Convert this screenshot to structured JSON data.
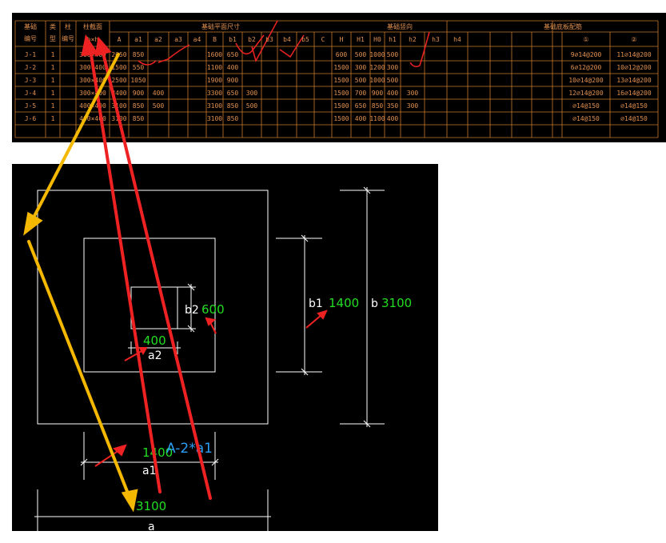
{
  "colors": {
    "table_line": "#c87a2a",
    "table_text": "#e09050",
    "cad_line": "#ffffff",
    "dim_value": "#22dd22",
    "formula": "#2a9df4",
    "annotation_red": "#ee2222",
    "annotation_yellow": "#f5b800"
  },
  "table": {
    "group_headers": {
      "foundation_no": "基础编号",
      "type": "类型",
      "column_no": "柱编号",
      "column_section": "柱截面",
      "plan_dims": "基础平面尺寸",
      "elevation": "基础竖向",
      "rebar": "基础底板配筋"
    },
    "column_section_sub": "b×h",
    "dim_cols": [
      "A",
      "a1",
      "a2",
      "a3",
      "a4",
      "B",
      "b1",
      "b2",
      "b3",
      "b4",
      "b5",
      "C",
      "H",
      "H1",
      "H0",
      "h1",
      "h2",
      "h3",
      "h4"
    ],
    "rebar_cols": [
      "①",
      "②"
    ],
    "rows": [
      [
        "J-1",
        "1",
        "",
        "300×400",
        "2650",
        "850",
        "",
        "",
        "",
        "1600",
        "650",
        "",
        "",
        "",
        "",
        "",
        "600",
        "500",
        "1000",
        "500",
        "",
        "",
        "",
        "9⌀14@200",
        "11⌀14@200"
      ],
      [
        "J-2",
        "1",
        "",
        "300×400",
        "1500",
        "550",
        "",
        "",
        "",
        "1100",
        "400",
        "",
        "",
        "",
        "",
        "",
        "1500",
        "300",
        "1200",
        "300",
        "",
        "",
        "",
        "6⌀12@200",
        "10⌀12@200"
      ],
      [
        "J-3",
        "1",
        "",
        "300×400",
        "2500",
        "1050",
        "",
        "",
        "",
        "1900",
        "900",
        "",
        "",
        "",
        "",
        "",
        "1500",
        "500",
        "1000",
        "500",
        "",
        "",
        "",
        "10⌀14@200",
        "13⌀14@200"
      ],
      [
        "J-4",
        "1",
        "",
        "300×400",
        "3400",
        "900",
        "400",
        "",
        "",
        "3300",
        "650",
        "300",
        "",
        "",
        "",
        "",
        "1500",
        "700",
        "900",
        "400",
        "300",
        "",
        "",
        "12⌀14@200",
        "16⌀14@200"
      ],
      [
        "J-5",
        "1",
        "",
        "400×400",
        "3100",
        "850",
        "500",
        "",
        "",
        "3100",
        "850",
        "500",
        "",
        "",
        "",
        "",
        "1500",
        "650",
        "850",
        "350",
        "300",
        "",
        "",
        "⌀14@150",
        "⌀14@150"
      ],
      [
        "J-6",
        "1",
        "",
        "400×400",
        "3100",
        "850",
        "",
        "",
        "",
        "3100",
        "850",
        "",
        "",
        "",
        "",
        "",
        "1500",
        "400",
        "1100",
        "400",
        "",
        "",
        "",
        "⌀14@150",
        "⌀14@150"
      ]
    ]
  },
  "drawing": {
    "labels": {
      "b2": "b2",
      "b2_value": "600",
      "a2": "a2",
      "a2_value": "400",
      "b1": "b1",
      "b1_value": "1400",
      "b": "b",
      "b_value": "3100",
      "a1": "a1",
      "a1_value": "1400",
      "a": "a",
      "a_value": "3100",
      "formula": "A-2*a1"
    }
  }
}
